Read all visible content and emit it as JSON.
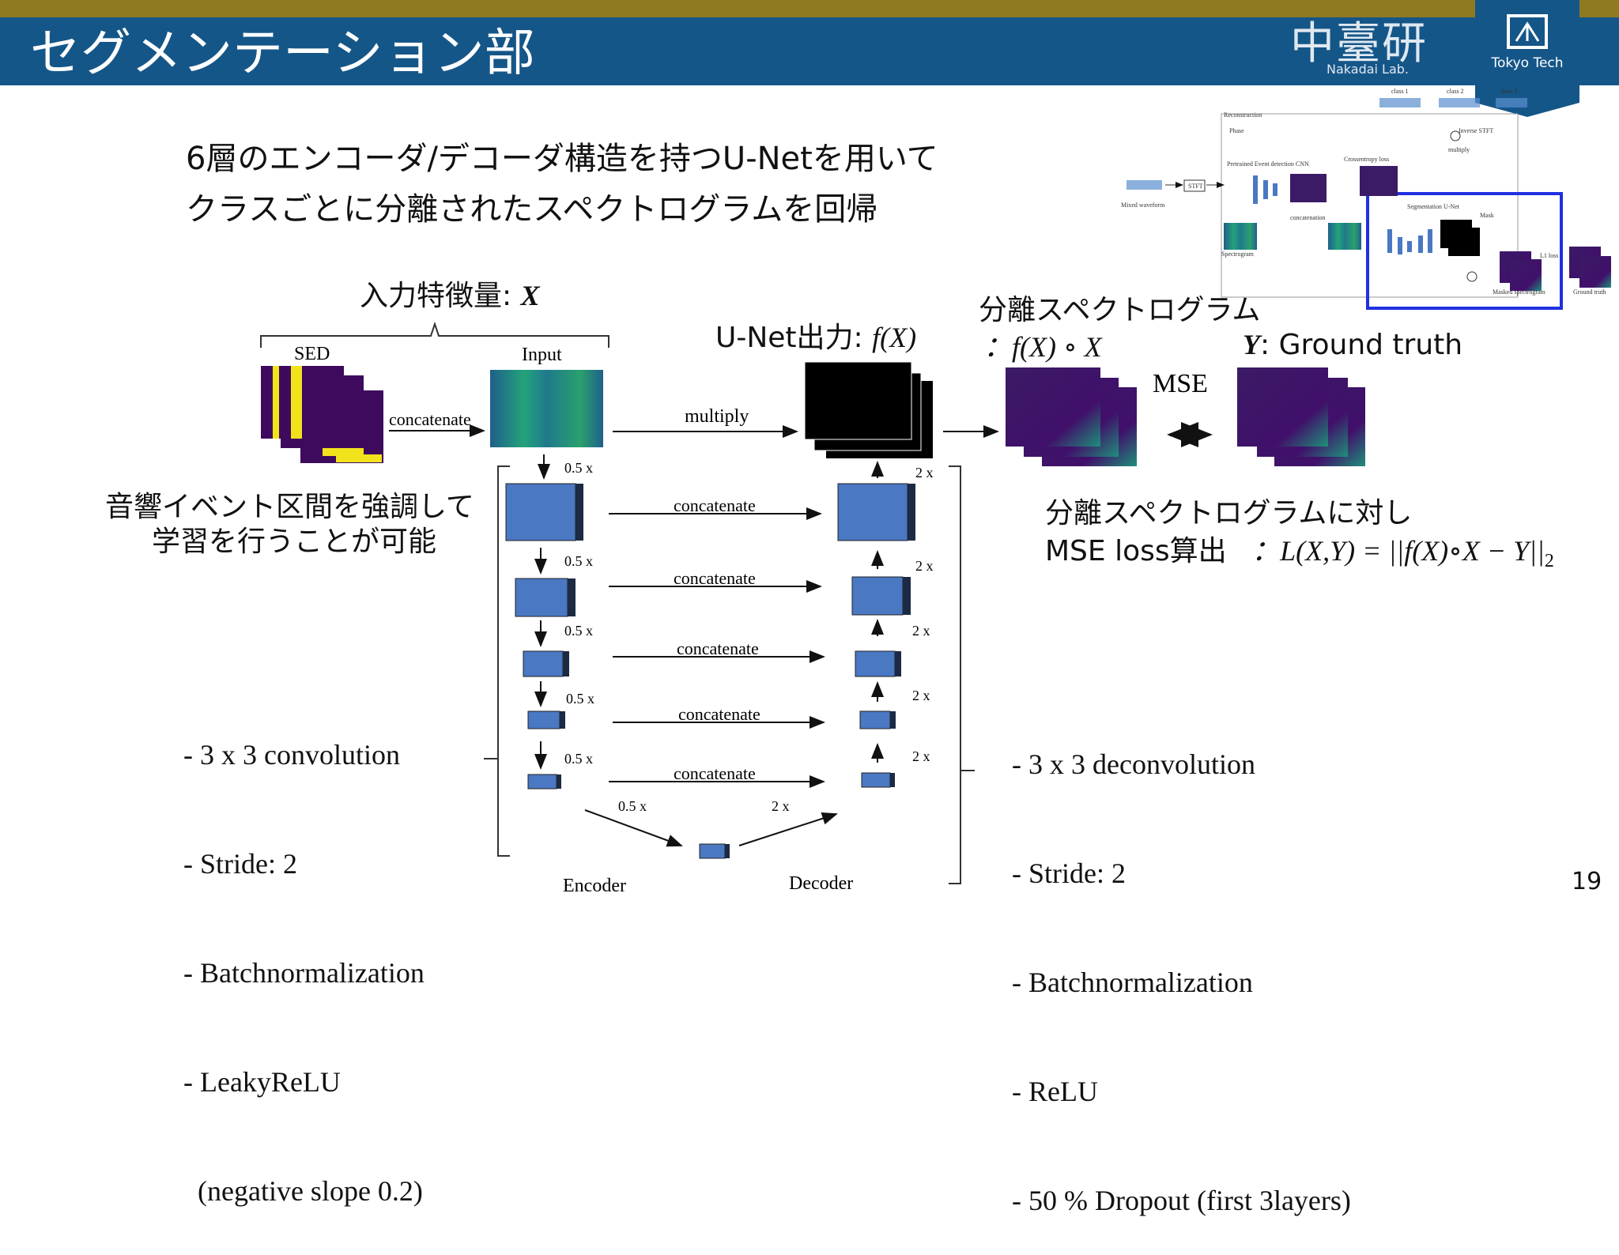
{
  "header": {
    "title": "セグメンテーション部",
    "lab_kanji": "中臺研",
    "lab_name": "Nakadai Lab.",
    "univ_name": "Tokyo Tech"
  },
  "intro": {
    "line1": "6層のエンコーダ/デコーダ構造を持つU-Netを用いて",
    "line2": "クラスごとに分離されたスペクトログラムを回帰"
  },
  "diagram": {
    "input_feature_label": "入力特徴量: ",
    "input_feature_var": "X",
    "sed_label": "SED",
    "input_label": "Input",
    "concatenate_label": "concatenate",
    "multiply_label": "multiply",
    "unet_output_label": "U-Net出力: ",
    "unet_output_expr": "f(X)",
    "separated_label": "分離スペクトログラム",
    "separated_expr": "：f(X) ∘ X",
    "ground_truth_var": "Y",
    "ground_truth_label": ": Ground truth",
    "mse_label": "MSE",
    "sed_note_line1": "音響イベント区間を強調して",
    "sed_note_line2": "学習を行うことが可能",
    "loss_line1": "分離スペクトログラムに対し",
    "loss_line2_text": "MSE loss算出",
    "loss_line2_expr": "：L(X,Y) = ||f(X)∘X − Y||",
    "loss_subscript": "2",
    "encoder_label": "Encoder",
    "decoder_label": "Decoder",
    "down_label": "0.5 x",
    "up_label": "2 x",
    "skip_label": "concatenate",
    "encoder_bullets": [
      "- 3 x 3 convolution",
      "- Stride: 2",
      "- Batchnormalization",
      "- LeakyReLU",
      "  (negative slope 0.2)"
    ],
    "decoder_bullets": [
      "- 3 x 3 deconvolution",
      "- Stride: 2",
      "- Batchnormalization",
      "- ReLU",
      "- 50 % Dropout (first 3layers)"
    ]
  },
  "overview": {
    "class1": "class 1",
    "class2": "class 2",
    "class3": "class 3",
    "reconstruction": "Reconstruction",
    "phase": "Phase",
    "inverse_stft": "Inverse STFT",
    "multiply": "multiply",
    "pretrained": "Pretrained Event detection CNN",
    "crossentropy": "Crossentropy loss",
    "mixed_waveform": "Mixed waveform",
    "stft": "STFT",
    "concatenation": "concatenation",
    "segmentation": "Segmentation U-Net",
    "mask": "Mask",
    "spectrogram": "Spectrogram",
    "l1loss": "L1 loss",
    "masked_spec": "Masked spectrogram",
    "ground_truth": "Ground truth"
  },
  "page_number": "19",
  "colors": {
    "top_bar": "#8f7a22",
    "title_bar": "#155689",
    "block_blue": "#4a78c2",
    "highlight": "#1f2fe0"
  }
}
